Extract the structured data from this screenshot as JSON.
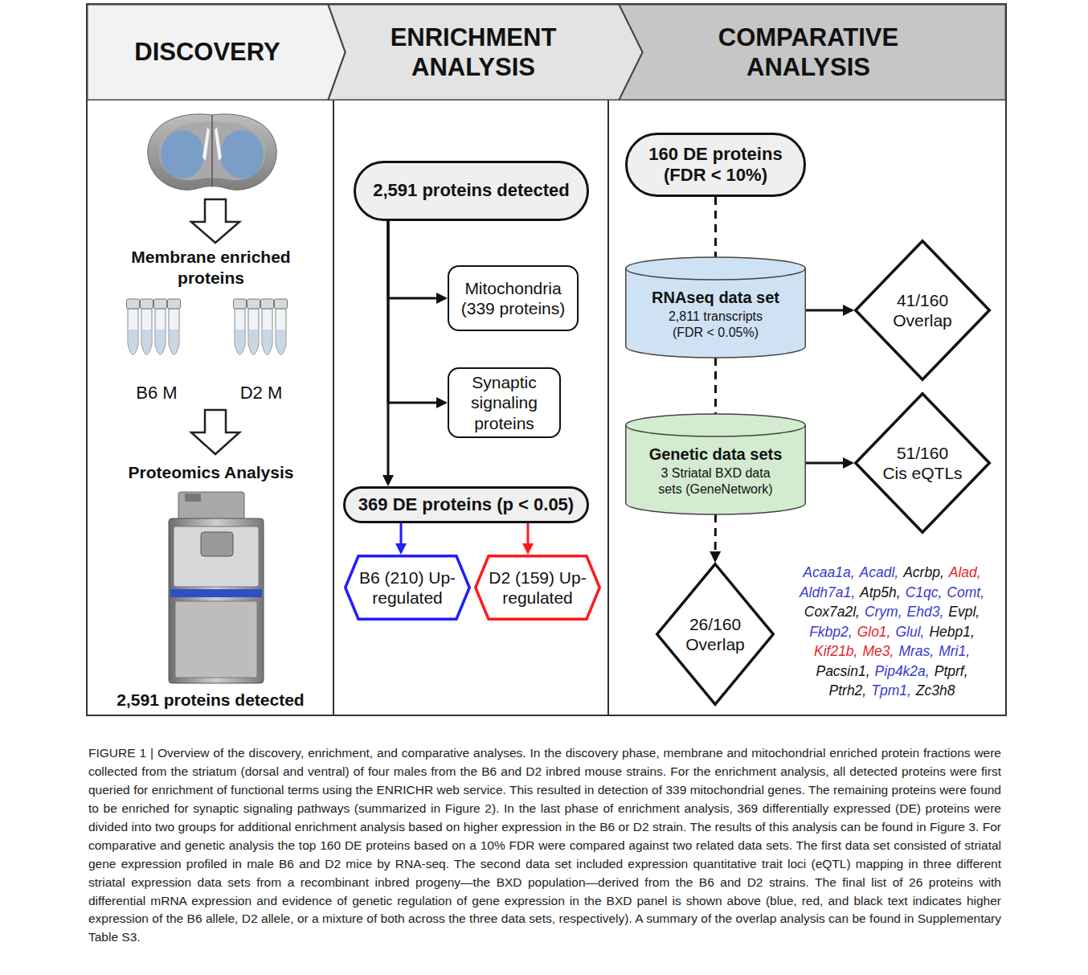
{
  "diagram": {
    "caption": "FIGURE 1 | Overview of the discovery, enrichment, and comparative analyses. In the discovery phase, membrane and mitochondrial enriched protein fractions were collected from the striatum (dorsal and ventral) of four males from the B6 and D2 inbred mouse strains. For the enrichment analysis, all detected proteins were first queried for enrichment of functional terms using the ENRICHR web service. This resulted in detection of 339 mitochondrial genes. The remaining proteins were found to be enriched for synaptic signaling pathways (summarized in Figure 2). In the last phase of enrichment analysis, 369 differentially expressed (DE) proteins were divided into two groups for additional enrichment analysis based on higher expression in the B6 or D2 strain. The results of this analysis can be found in Figure 3. For comparative and genetic analysis the top 160 DE proteins based on a 10% FDR were compared against two related data sets. The first data set consisted of striatal gene expression profiled in male B6 and D2 mice by RNA-seq. The second data set included expression quantitative trait loci (eQTL) mapping in three different striatal expression data sets from a recombinant inbred progeny—the BXD population—derived from the B6 and D2 strains. The final list of 26 proteins with differential mRNA expression and evidence of genetic regulation of gene expression in the BXD panel is shown above (blue, red, and black text indicates higher expression of the B6 allele, D2 allele, or a mixture of both across the three data sets, respectively). A summary of the overlap analysis can be found in Supplementary Table S3.",
    "nodes": [
      {
        "text": [
          "DISCOVERY"
        ]
      },
      {
        "text": [
          "ENRICHMENT ANALYSIS"
        ]
      },
      {
        "text": [
          "COMPARATIVE ANALYSIS"
        ]
      },
      {
        "text": [
          "2,591 proteins detected"
        ]
      },
      {
        "text": [
          "Mitochondria (339 proteins)"
        ]
      },
      {
        "text": [
          "Synaptic signaling proteins"
        ]
      },
      {
        "text": [
          "369 DE proteins (p < 0.05)"
        ]
      },
      {
        "text": [
          "B6 (210) Up-regulated"
        ]
      },
      {
        "text": [
          "D2 (159) Up-regulated"
        ]
      },
      {
        "text": [
          "160 DE proteins (FDR < 10%)"
        ]
      },
      {
        "text": [
          "RNAseq data set",
          "2,811 transcripts (FDR < 0.05%)"
        ]
      },
      {
        "text": [
          "41/160 Overlap"
        ]
      },
      {
        "text": [
          "Genetic data sets",
          "3 Striatal BXD data sets (GeneNetwork)"
        ]
      },
      {
        "text": [
          "51/160 Cis eQTLs"
        ]
      },
      {
        "text": [
          "26/160 Overlap"
        ]
      }
    ],
    "edges": [
      {
        "from": 3,
        "to": 4,
        "arrow": "to"
      },
      {
        "from": 3,
        "to": 5,
        "arrow": "to"
      },
      {
        "from": 3,
        "to": 6,
        "arrow": "to"
      },
      {
        "from": 6,
        "to": 7,
        "arrow": "to"
      },
      {
        "from": 6,
        "to": 8,
        "arrow": "to"
      },
      {
        "from": 9,
        "to": 10,
        "arrow": "none"
      },
      {
        "from": 10,
        "to": 11,
        "arrow": "to"
      },
      {
        "from": 10,
        "to": 12,
        "arrow": "none"
      },
      {
        "from": 12,
        "to": 13,
        "arrow": "to"
      },
      {
        "from": 12,
        "to": 14,
        "arrow": "to"
      }
    ],
    "labels": [
      "Membrane enriched proteins",
      "B6 M",
      "D2 M",
      "Proteomics Analysis",
      "2,591 proteins detected",
      "Acaa1a,",
      "Acadl,",
      "Acrbp,",
      "Alad,",
      "Aldh7a1,",
      "Atp5h,",
      "C1qc,",
      "Comt,",
      "Cox7a2l,",
      "Crym,",
      "Ehd3,",
      "Evpl,",
      "Fkbp2,",
      "Glo1,",
      "Glul,",
      "Hebp1,",
      "Kif21b,",
      "Me3,",
      "Mras,",
      "Mri1,",
      "Pacsin1,",
      "Pip4k2a,",
      "Ptprf,",
      "Ptrh2,",
      "Tpm1,",
      "Zc3h8"
    ]
  }
}
